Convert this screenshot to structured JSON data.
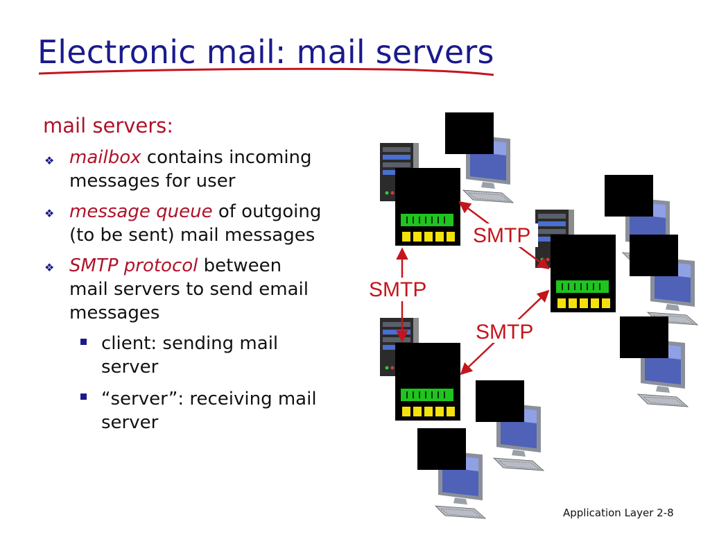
{
  "title": "Electronic mail: mail servers",
  "section_heading": "mail servers:",
  "bullets": [
    {
      "emph": "mailbox",
      "rest_line1": " contains incoming",
      "line2": "messages for user"
    },
    {
      "emph": "message queue",
      "rest_line1": " of outgoing",
      "line2": "(to be sent) mail messages"
    },
    {
      "emph": "SMTP protocol",
      "rest_line1": " between",
      "line2": "mail servers to send email",
      "line3": "messages"
    }
  ],
  "sub_bullets": [
    {
      "line1": "client: sending mail",
      "line2": "server"
    },
    {
      "line1": "“server”: receiving mail",
      "line2": "server"
    }
  ],
  "diagram": {
    "link_labels": [
      "SMTP",
      "SMTP",
      "SMTP"
    ],
    "icons": [
      "mail-server-icon",
      "user-pc-icon"
    ]
  },
  "footer": "Application Layer 2-8",
  "colors": {
    "title": "#1a1a8c",
    "accent_red": "#b0122a",
    "smtp_red": "#c4151c",
    "bullet": "#1a1a8c"
  }
}
